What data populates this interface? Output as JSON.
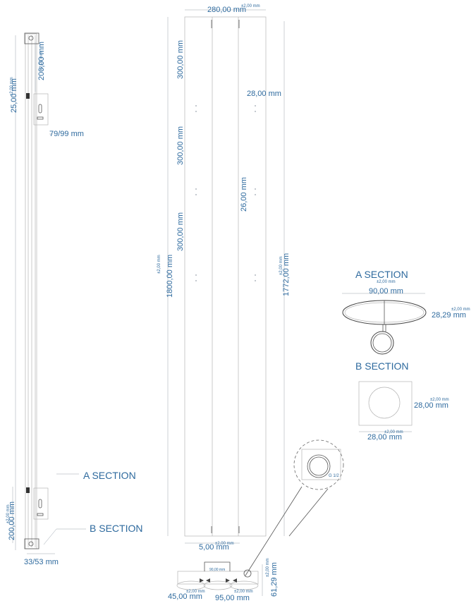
{
  "dimensions": {
    "top_width": "280,00 mm",
    "tol": "±2,00 mm",
    "left_upper_height": "300,00 mm",
    "left_mid_height": "300,00 mm",
    "left_low_height": "300,00 mm",
    "total_height": "1800,00 mm",
    "inner_height": "1772,00 mm",
    "center_offset": "26,00 mm",
    "top_offset": "28,00 mm",
    "side_bracket_top": "200,00 mm",
    "side_top_gap": "25,00 mm",
    "side_depth": "79/99 mm",
    "side_bracket_bottom": "200,00 mm",
    "side_bottom_depth": "33/53 mm",
    "gap_width": "5,00 mm",
    "foot_left": "45,00 mm",
    "foot_center": "95,00 mm",
    "foot_height": "61,29 mm",
    "foot_inner": "90,00 mm",
    "a_width": "90,00 mm",
    "a_height": "28,29 mm",
    "b_width": "28,00 mm",
    "b_height": "28,00 mm",
    "thread": "G 1/2"
  },
  "labels": {
    "a_section": "A SECTION",
    "b_section": "B SECTION"
  },
  "colors": {
    "dimension": "#2e6a9e",
    "line": "#b5b5b5"
  }
}
